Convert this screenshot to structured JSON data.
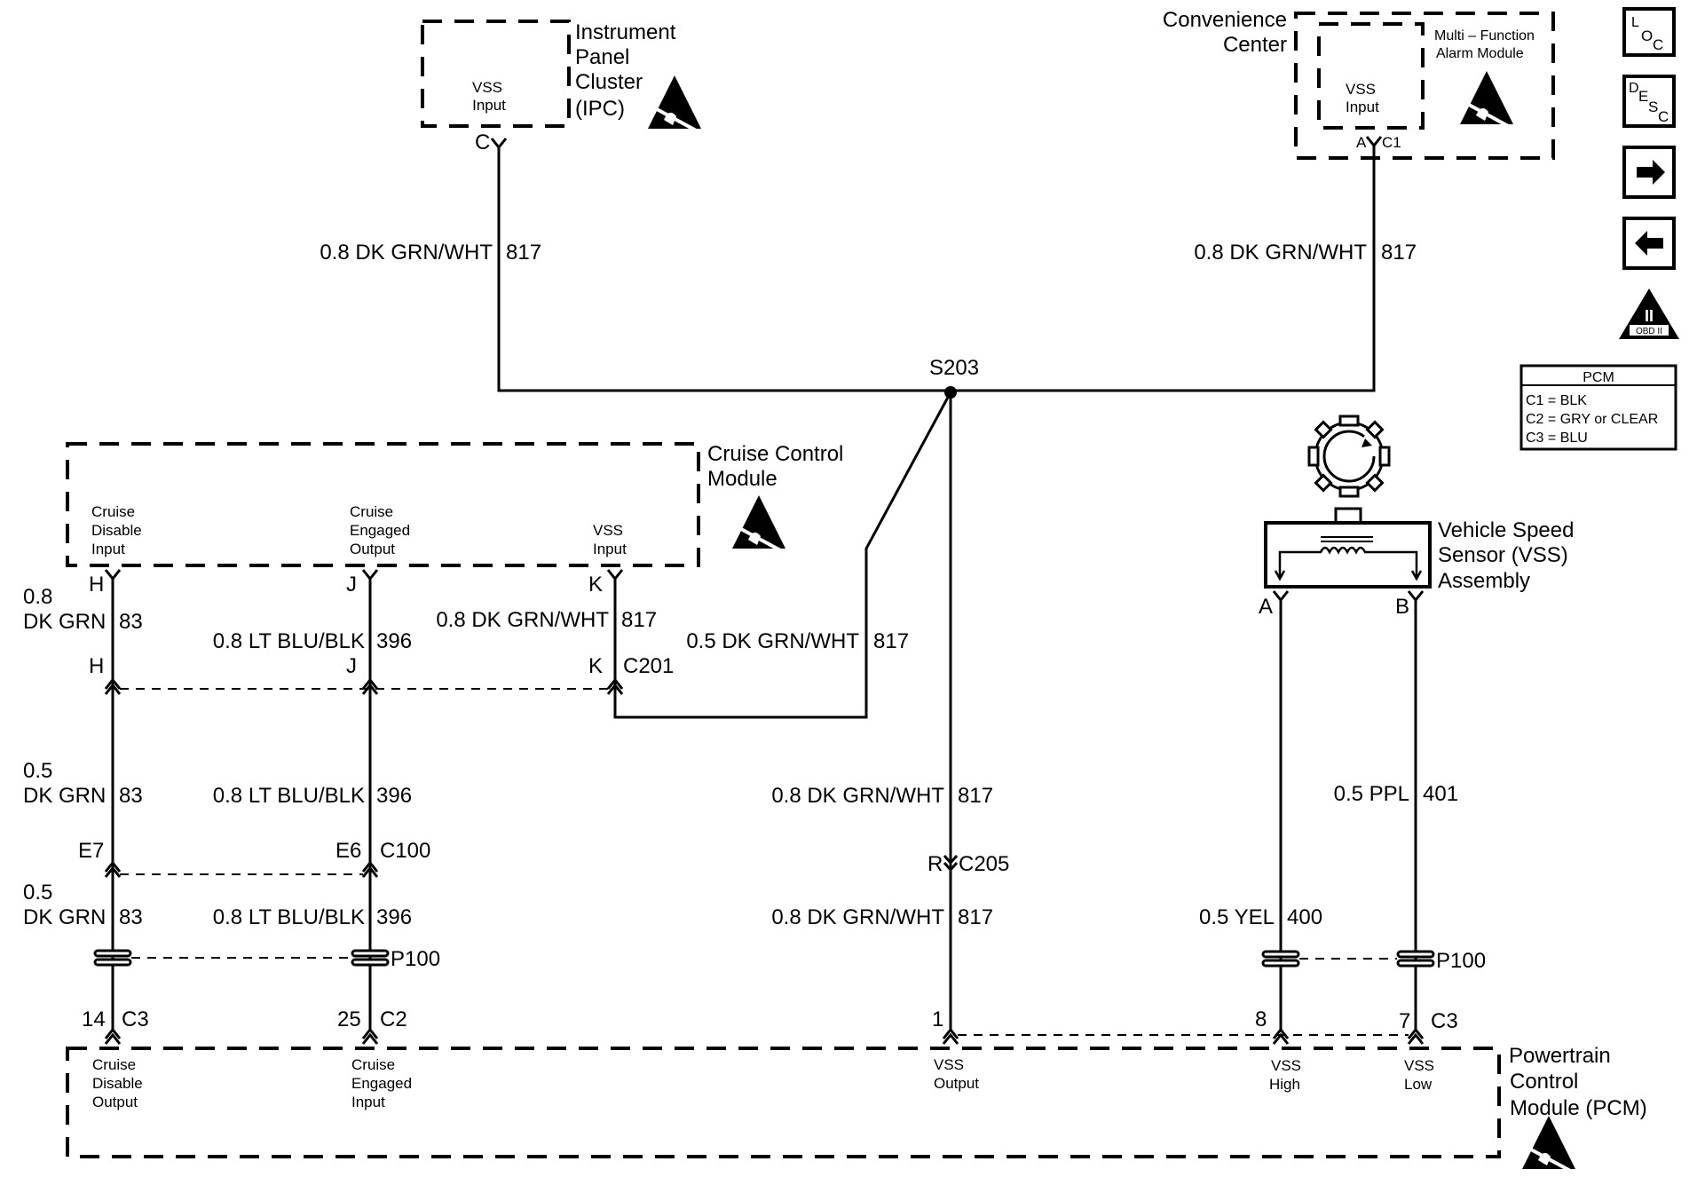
{
  "components": {
    "ipc": {
      "name_lines": [
        "Instrument",
        "Panel",
        "Cluster",
        "(IPC)"
      ],
      "pin_label": [
        "VSS",
        "Input"
      ],
      "pin": "C"
    },
    "convenience_center": {
      "name_lines": [
        "Convenience",
        "Center"
      ]
    },
    "alarm_module": {
      "name_lines": [
        "Multi – Function",
        "Alarm Module"
      ],
      "pin_label": [
        "VSS",
        "Input"
      ],
      "pin": "A",
      "connector": "C1"
    },
    "cruise_module": {
      "name_lines": [
        "Cruise Control",
        "Module"
      ],
      "pins": [
        {
          "label": [
            "Cruise",
            "Disable",
            "Input"
          ],
          "pin": "H"
        },
        {
          "label": [
            "Cruise",
            "Engaged",
            "Output"
          ],
          "pin": "J"
        },
        {
          "label": [
            "VSS",
            "Input"
          ],
          "pin": "K"
        }
      ]
    },
    "vss": {
      "name_lines": [
        "Vehicle Speed",
        "Sensor (VSS)",
        "Assembly"
      ],
      "pins": [
        "A",
        "B"
      ]
    },
    "pcm": {
      "name_lines": [
        "Powertrain",
        "Control",
        "Module (PCM)"
      ],
      "pins": [
        {
          "label": [
            "Cruise",
            "Disable",
            "Output"
          ],
          "pin": "14",
          "connector": "C3"
        },
        {
          "label": [
            "Cruise",
            "Engaged",
            "Input"
          ],
          "pin": "25",
          "connector": "C2"
        },
        {
          "label": [
            "VSS",
            "Output"
          ],
          "pin": "1"
        },
        {
          "label": [
            "VSS",
            "High"
          ],
          "pin": "8"
        },
        {
          "label": [
            "VSS",
            "Low"
          ],
          "pin": "7",
          "connector": "C3"
        }
      ]
    }
  },
  "splice": {
    "id": "S203"
  },
  "wires": {
    "ipc": {
      "spec": "0.8 DK GRN/WHT",
      "circuit": "817"
    },
    "alarm": {
      "spec": "0.8 DK GRN/WHT",
      "circuit": "817"
    },
    "h_upper": {
      "spec_lines": [
        "0.8",
        "DK GRN"
      ],
      "circuit": "83"
    },
    "j_upper": {
      "spec": "0.8 LT BLU/BLK",
      "circuit": "396"
    },
    "k_upper": {
      "spec": "0.8 DK GRN/WHT",
      "circuit": "817"
    },
    "k_jump": {
      "spec": "0.5 DK GRN/WHT",
      "circuit": "817"
    },
    "h_mid": {
      "spec_lines": [
        "0.5",
        "DK GRN"
      ],
      "circuit": "83"
    },
    "j_mid": {
      "spec": "0.8 LT BLU/BLK",
      "circuit": "396"
    },
    "h_low": {
      "spec_lines": [
        "0.5",
        "DK GRN"
      ],
      "circuit": "83"
    },
    "j_low": {
      "spec": "0.8 LT BLU/BLK",
      "circuit": "396"
    },
    "vss_out_upper": {
      "spec": "0.8 DK GRN/WHT",
      "circuit": "817"
    },
    "vss_out_lower": {
      "spec": "0.8 DK GRN/WHT",
      "circuit": "817"
    },
    "vss_low": {
      "spec": "0.5 PPL",
      "circuit": "401"
    },
    "vss_high": {
      "spec": "0.5 YEL",
      "circuit": "400"
    }
  },
  "connectors": {
    "c201": {
      "id": "C201",
      "pins": [
        "H",
        "J",
        "K"
      ]
    },
    "c100": {
      "id": "C100",
      "pins": [
        "E7",
        "E6"
      ]
    },
    "c205": {
      "id": "C205",
      "pin": "R"
    },
    "p100_left": {
      "id": "P100"
    },
    "p100_right": {
      "id": "P100"
    }
  },
  "legend": {
    "title": "PCM",
    "rows": [
      "C1 = BLK",
      "C2 = GRY or CLEAR",
      "C3 = BLU"
    ]
  },
  "nav": {
    "loc": {
      "letters": [
        "L",
        "O",
        "C"
      ]
    },
    "desc": {
      "letters": [
        "D",
        "E",
        "S",
        "C"
      ]
    },
    "obd": {
      "label": "OBD II",
      "numeral": "II"
    }
  }
}
